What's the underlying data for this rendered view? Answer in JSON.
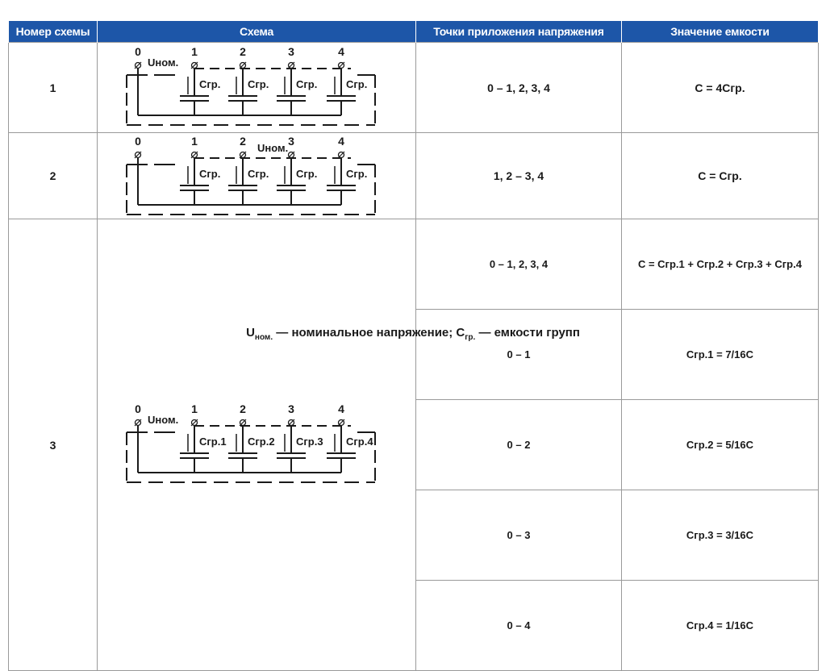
{
  "headers": [
    "Номер схемы",
    "Схема",
    "Точки приложения напряжения",
    "Значение емкости"
  ],
  "rows": [
    {
      "number": "1",
      "scheme": {
        "nodes": [
          "0",
          "1",
          "2",
          "3",
          "4"
        ],
        "voltage_label": "Uном.",
        "capacitor_labels": [
          "Cгр.",
          "Cгр.",
          "Cгр.",
          "Cгр."
        ]
      },
      "points": "0 – 1, 2, 3, 4",
      "capacity": "C = 4Cгр."
    },
    {
      "number": "2",
      "scheme": {
        "nodes": [
          "0",
          "1",
          "2",
          "3",
          "4"
        ],
        "voltage_label": "Uном.",
        "capacitor_labels": [
          "Cгр.",
          "Cгр.",
          "Cгр.",
          "Cгр."
        ]
      },
      "points": "1, 2 – 3, 4",
      "capacity": "C = Cгр."
    },
    {
      "number": "3",
      "scheme": {
        "nodes": [
          "0",
          "1",
          "2",
          "3",
          "4"
        ],
        "voltage_label": "Uном.",
        "capacitor_labels": [
          "Cгр.1",
          "Cгр.2",
          "Cгр.3",
          "Cгр.4"
        ]
      },
      "sub": [
        {
          "points": "0 – 1, 2, 3, 4",
          "capacity": "C = Cгр.1 + Cгр.2 + Cгр.3 + Cгр.4"
        },
        {
          "points": "0 – 1",
          "capacity": "Cгр.1 = 7/16C"
        },
        {
          "points": "0 – 2",
          "capacity": "Cгр.2 = 5/16C"
        },
        {
          "points": "0 – 3",
          "capacity": "Cгр.3 = 3/16C"
        },
        {
          "points": "0 – 4",
          "capacity": "Cгр.4 = 1/16C"
        }
      ]
    }
  ],
  "footer": {
    "u_symbol": "U",
    "u_sub": "ном.",
    "u_text": " — номинальное напряжение; ",
    "c_symbol": "C",
    "c_sub": "гр.",
    "c_text": " — емкости групп"
  }
}
